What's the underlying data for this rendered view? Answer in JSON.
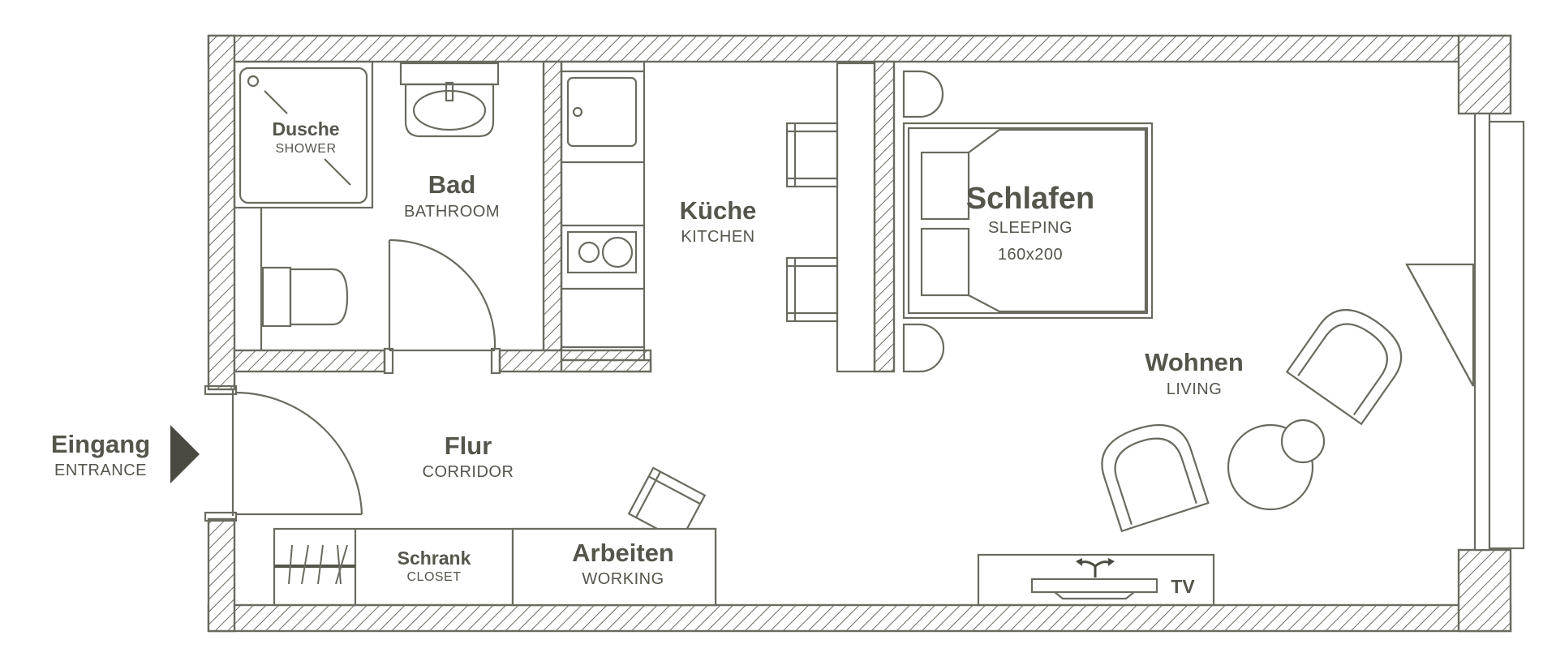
{
  "rooms": {
    "shower": {
      "title": "Dusche",
      "subtitle": "SHOWER"
    },
    "bathroom": {
      "title": "Bad",
      "subtitle": "BATHROOM"
    },
    "kitchen": {
      "title": "Küche",
      "subtitle": "KITCHEN"
    },
    "sleeping": {
      "title": "Schlafen",
      "subtitle": "SLEEPING",
      "bed_size": "160x200"
    },
    "living": {
      "title": "Wohnen",
      "subtitle": "LIVING"
    },
    "corridor": {
      "title": "Flur",
      "subtitle": "CORRIDOR"
    },
    "closet": {
      "title": "Schrank",
      "subtitle": "CLOSET"
    },
    "working": {
      "title": "Arbeiten",
      "subtitle": "WORKING"
    }
  },
  "entrance": {
    "title": "Eingang",
    "subtitle": "ENTRANCE"
  },
  "tv": {
    "label": "TV"
  },
  "colors": {
    "line": "#6a6a60",
    "text": "#55554c",
    "arrow": "#4a4a42"
  }
}
